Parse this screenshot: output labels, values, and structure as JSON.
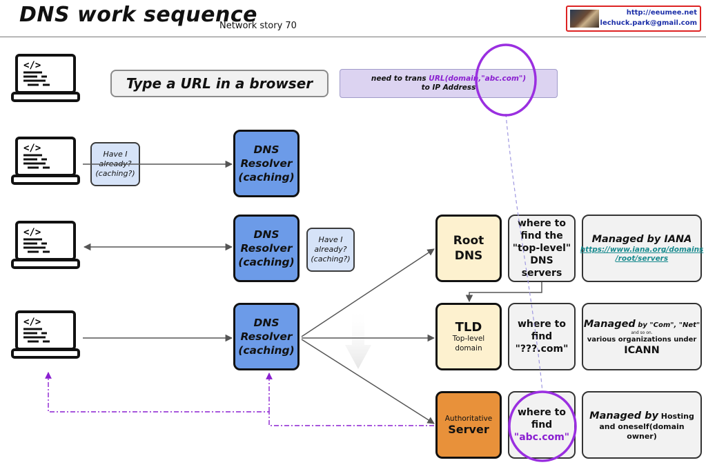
{
  "header": {
    "title": "DNS work sequence",
    "subtitle": "Network story 70",
    "contact_url": "http://eeumee.net",
    "contact_email": "lechuck.park@gmail.com"
  },
  "step1": {
    "type_url": "Type a URL in a browser",
    "need_line1_prefix": "need to trans ",
    "need_line1_hl": "URL(domain,\"abc.com\")",
    "need_line2": "to IP Address"
  },
  "cache_bubble": {
    "line1": "Have I",
    "line2": "already?",
    "line3": "(caching?)"
  },
  "resolver": {
    "line1": "DNS",
    "line2": "Resolver",
    "line3": "(caching)"
  },
  "root": {
    "line1": "Root",
    "line2": "DNS",
    "where": [
      "where to",
      "find the",
      "\"top-level\"",
      "DNS",
      "servers"
    ],
    "managed_title": "Managed by IANA",
    "managed_link1": "https://www.iana.org/domains",
    "managed_link2": "/root/servers"
  },
  "tld": {
    "title": "TLD",
    "sub1": "Top-level",
    "sub2": "domain",
    "where": [
      "where to",
      "find",
      "\"???.com\""
    ],
    "managed_word": "Managed",
    "managed_by": " by \"Com\", \"Net\"",
    "managed_soon": "and so on.",
    "managed_line2": "various organizations under",
    "managed_line3": "ICANN"
  },
  "auth": {
    "line1": "Authoritative",
    "line2": "Server",
    "where1": "where to",
    "where2": "find",
    "where3": "\"abc.com\"",
    "managed_by": "Managed by",
    "managed_hosting": " Hosting",
    "managed_line2": "and oneself(domain owner)"
  },
  "icons": {
    "laptop": "laptop-code-icon"
  },
  "colors": {
    "resolver": "#6c9be8",
    "highlight": "#8a1fd0",
    "authoritative": "#e8913a",
    "server_bg": "#fdf1cf"
  }
}
